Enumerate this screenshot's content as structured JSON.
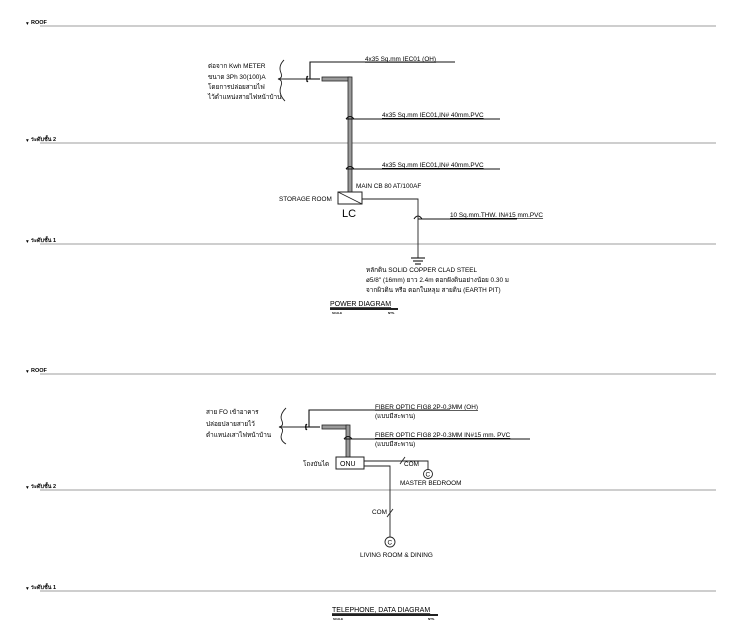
{
  "levels": {
    "roof": "ROOF",
    "floor2": "ระดับชั้น 2",
    "floor1": "ระดับชั้น 1"
  },
  "power_diagram": {
    "title": "POWER DIAGRAM",
    "scale_label": "SCALE",
    "scale_value": "NTS.",
    "source_note": [
      "ต่อจาก Kwh METER",
      "ขนาด 3Ph 30(100)A",
      "โดยการปล่อยสายไฟ",
      "ไว้ตำแหน่งสายไฟหน้าบ้าน"
    ],
    "feeders": [
      "4x35 Sq.mm IEC01 (OH)",
      "4x35 Sq.mm IEC01,IN# 40mm.PVC",
      "4x35 Sq.mm IEC01,IN# 40mm.PVC"
    ],
    "main_cb": "MAIN CB 80 AT/100AF",
    "room": "STORAGE ROOM",
    "panel": "LC",
    "ground_wire": "10 Sq.mm.THW. IN#15 mm.PVC",
    "ground_note": [
      "หลักดิน SOLID COPPER CLAD STEEL",
      "ø5/8\" (16mm) ยาว 2.4m ตอกฝังดินอย่างน้อย 0.30 ม",
      "จากผิวดิน หรือ ตอกในหลุม สายดิน (EARTH PIT)"
    ]
  },
  "telephone_diagram": {
    "title": "TELEPHONE, DATA DIAGRAM",
    "scale_label": "SCALE",
    "scale_value": "NTS.",
    "source_note": [
      "สาย FO เข้าอาคาร",
      "ปล่อยปลายสายไว้",
      "ตำแหน่งเสาไฟหน้าบ้าน"
    ],
    "feeders": [
      {
        "label": "FIBER OPTIC FIG8 2P-0.3MM (OH)",
        "sub": "(แบบมีสะพาน)"
      },
      {
        "label": "FIBER OPTIC FIG8 2P-0.3MM IN#15 mm. PVC",
        "sub": "(แบบมีสะพาน)"
      }
    ],
    "location": "โถงบันได",
    "device": "ONU",
    "outlets": [
      {
        "wire": "COM",
        "symbol": "C",
        "room": "MASTER BEDROOM"
      },
      {
        "wire": "COM",
        "symbol": "C",
        "room": "LIVING ROOM & DINING"
      }
    ]
  }
}
